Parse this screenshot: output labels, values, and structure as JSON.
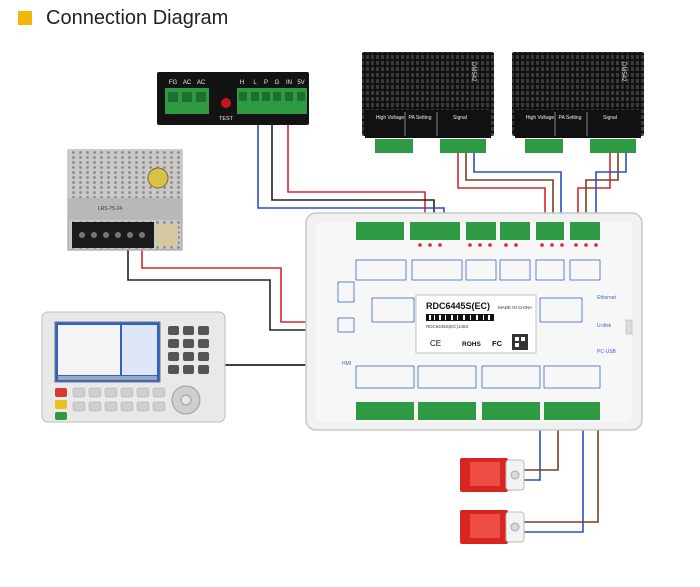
{
  "header": {
    "title": "Connection Diagram"
  },
  "colors": {
    "accent": "#f2b705",
    "red_wire": "#d9262b",
    "blue_wire": "#2a4fc9",
    "black_wire": "#222222",
    "terminal_green": "#2e9a44"
  },
  "power_strip": {
    "in_labels": [
      "FG",
      "AC",
      "AC"
    ],
    "test_label": "TEST",
    "out_labels": [
      "H",
      "L",
      "P",
      "G",
      "IN",
      "5V"
    ]
  },
  "drivers": [
    {
      "model": "DM542",
      "labels": [
        "High Voltage",
        "PA Setting",
        "Signal"
      ]
    },
    {
      "model": "DM542",
      "labels": [
        "High Voltage",
        "PA Setting",
        "Signal"
      ]
    }
  ],
  "controller": {
    "model": "RDC6445S(EC)",
    "made_in": "MADE IN CHINA",
    "serial": "RDC6445S(EC)1453",
    "marks": [
      "CE",
      "ROHS",
      "FC"
    ],
    "side_labels": [
      "Ethernet",
      "U-disk",
      "PC-USB"
    ],
    "hmi_label": "HMI"
  },
  "psu": {
    "label": "LRS-75-24"
  }
}
